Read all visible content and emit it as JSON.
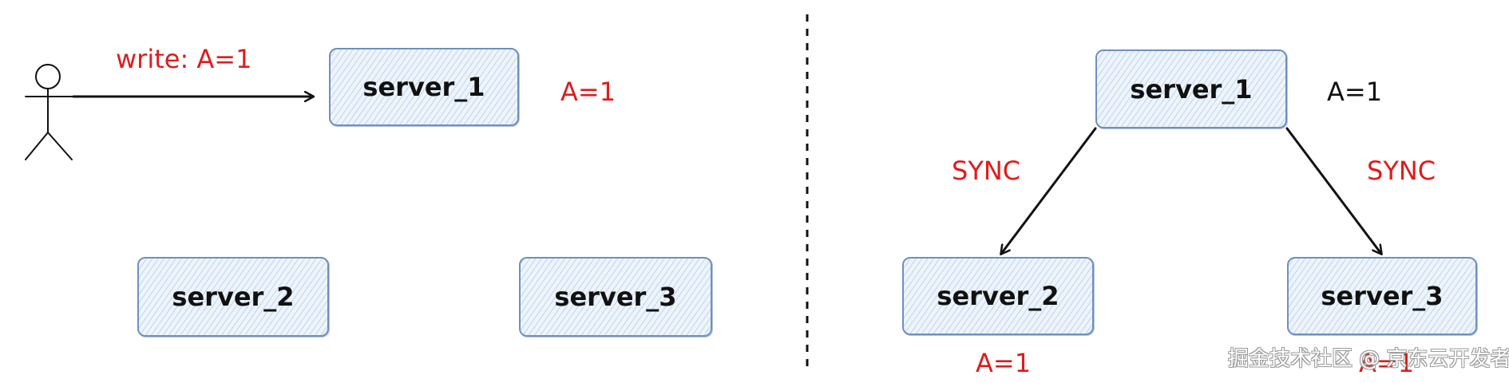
{
  "left": {
    "client_action": "write: A=1",
    "server_1": {
      "name": "server_1",
      "value": "A=1"
    },
    "server_2": {
      "name": "server_2"
    },
    "server_3": {
      "name": "server_3"
    }
  },
  "right": {
    "server_1": {
      "name": "server_1",
      "value": "A=1"
    },
    "server_2": {
      "name": "server_2",
      "value": "A=1"
    },
    "server_3": {
      "name": "server_3",
      "value": "A=1"
    },
    "sync_left_label": "SYNC",
    "sync_right_label": "SYNC"
  },
  "watermark": "掘金技术社区 @ 京东云开发者",
  "colors": {
    "accent": "#e01b1b",
    "box_border": "#6f8fbf",
    "box_fill": "#eef4fb",
    "ink": "#111111"
  }
}
